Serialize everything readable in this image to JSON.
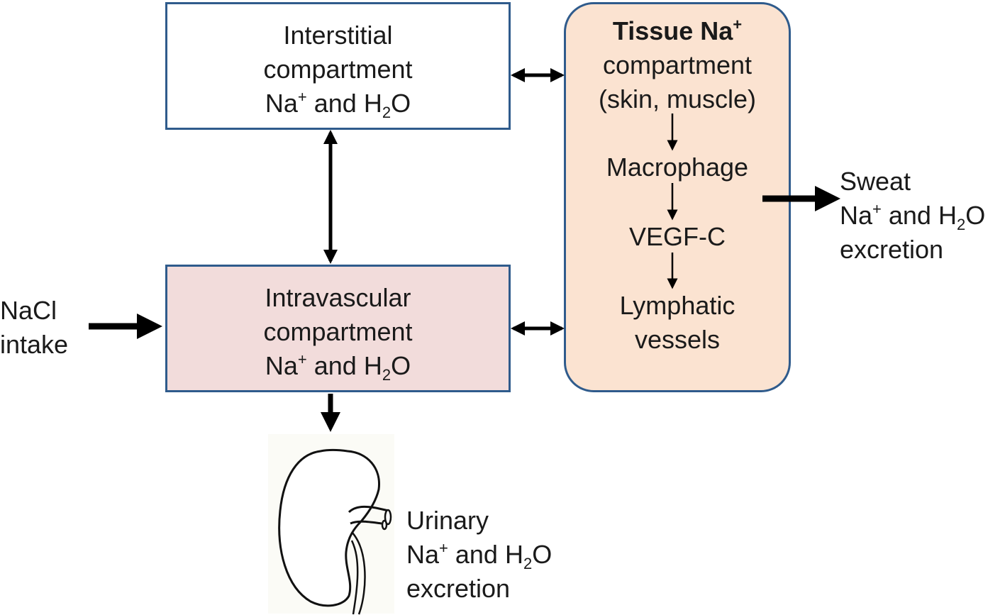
{
  "interstitial": {
    "line1": "Interstitial",
    "line2": "compartment",
    "na": "Na",
    "plus": "+",
    "and": " and H",
    "two": "2",
    "o": "O"
  },
  "intravascular": {
    "line1": "Intravascular",
    "line2": "compartment",
    "na": "Na",
    "plus": "+",
    "and": " and H",
    "two": "2",
    "o": "O"
  },
  "tissue": {
    "title": "Tissue Na",
    "plus": "+",
    "line2": "compartment",
    "line3": "(skin, muscle)",
    "step1": "Macrophage",
    "step2": "VEGF-C",
    "step3a": "Lymphatic",
    "step3b": "vessels"
  },
  "intake": {
    "line1": "NaCl",
    "line2": "intake"
  },
  "sweat": {
    "line1": "Sweat",
    "na": "Na",
    "plus": "+",
    "and": " and H",
    "two": "2",
    "o": "O",
    "line3": "excretion"
  },
  "urinary": {
    "line1": "Urinary",
    "na": "Na",
    "plus": "+",
    "and": " and H",
    "two": "2",
    "o": "O",
    "line3": "excretion"
  },
  "icons": {
    "organ": "kidney-icon"
  },
  "colors": {
    "border": "#2f5b8c",
    "intravascular_fill": "#f2dcdb",
    "tissue_fill": "#fbe3d1"
  }
}
